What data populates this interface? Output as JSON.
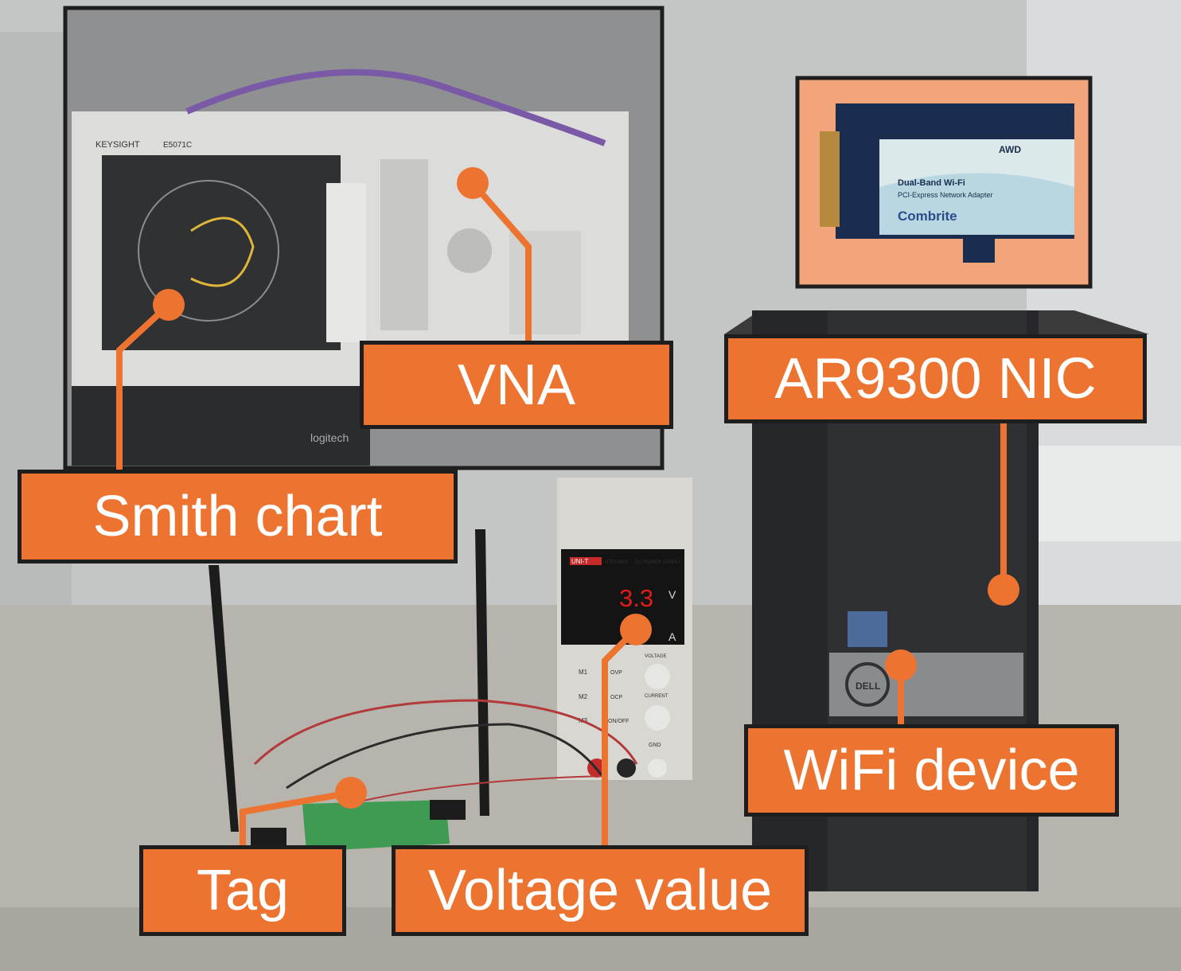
{
  "labels": {
    "vna": "VNA",
    "nic": "AR9300 NIC",
    "smith_chart": "Smith chart",
    "wifi_device": "WiFi device",
    "tag": "Tag",
    "voltage_value": "Voltage value"
  },
  "readouts": {
    "voltage": "3.3"
  },
  "equipment_text": {
    "vna_brand": "KEYSIGHT",
    "vna_model": "E5071C",
    "card_title": "Dual-Band Wi-Fi",
    "card_subtitle": "PCI-Express Network Adapter",
    "card_brand": "Combrite",
    "card_badge": "AWD",
    "psu_brand": "UNI-T",
    "psu_model": "UTP1306S",
    "psu_type": "DC POWER SUPPLY",
    "psu_unit_v": "V",
    "psu_unit_a": "A",
    "psu_voltage": "VOLTAGE",
    "psu_current": "CURRENT",
    "psu_m1": "M1",
    "psu_m2": "M2",
    "psu_m3": "M3",
    "psu_ovp": "OVP",
    "psu_ocp": "OCP",
    "psu_onoff": "ON/OFF",
    "psu_gnd": "GND",
    "pc_brand": "DELL",
    "keyboard_brand": "logitech"
  },
  "colors": {
    "callout": "#ec7330",
    "callout_border": "#1e1e1e",
    "callout_text": "#ffffff",
    "readout": "#e21b1b"
  }
}
